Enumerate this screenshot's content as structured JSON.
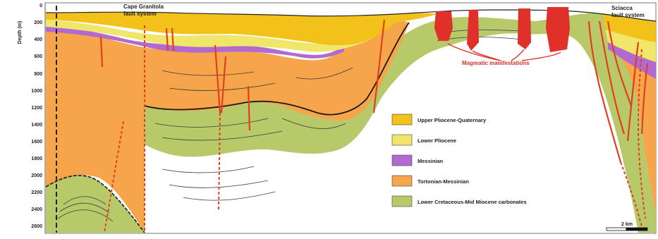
{
  "axis": {
    "ylabel": "Depth (m)",
    "ticks": [
      "0",
      "200",
      "400",
      "600",
      "800",
      "1000",
      "1200",
      "1400",
      "1600",
      "1800",
      "2000",
      "2200",
      "2400",
      "2600"
    ]
  },
  "annotations": {
    "cape_granitola_line1": "Cape Granitola",
    "cape_granitola_line2": "fault system",
    "sciacca_line1": "Sciacca",
    "sciacca_line2": "fault system",
    "magmatic": "Magmatic manifestations"
  },
  "legend": {
    "items": [
      {
        "label": "Upper Pliocene-Quaternary",
        "color": "#f2c21a"
      },
      {
        "label": "Lower Pliocene",
        "color": "#f0e66a"
      },
      {
        "label": "Messinian",
        "color": "#b36ad0"
      },
      {
        "label": "Tortonian-Messinian",
        "color": "#f6a54a"
      },
      {
        "label": "Lower Cretaceous-Mid Miocene carbonates",
        "color": "#b8c96a"
      }
    ]
  },
  "scale_bar": {
    "label": "2 km"
  },
  "colors": {
    "upper_pliocene": "#f2c21a",
    "lower_pliocene": "#f0e66a",
    "messinian": "#b36ad0",
    "tortonian": "#f6a54a",
    "carbonates": "#b8c96a",
    "magmatic": "#e0302a",
    "fault": "#e0401f"
  }
}
